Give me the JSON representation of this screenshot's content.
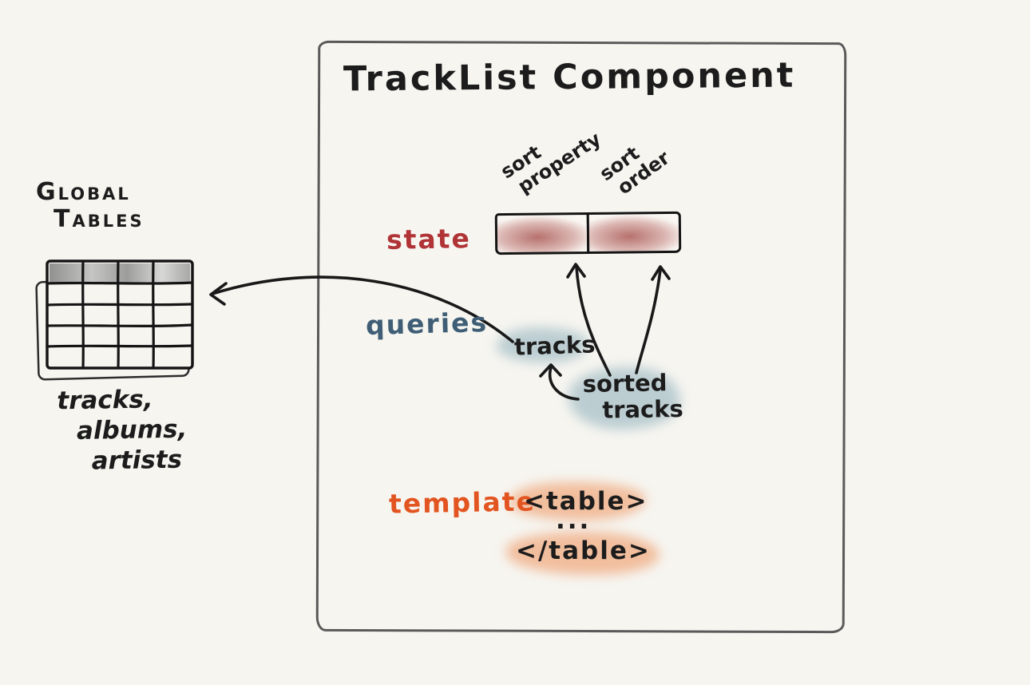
{
  "colors": {
    "background": "#f6f5f0",
    "ink": "#1c1c1c",
    "box_border": "#5a5a5a",
    "state_color": "#b03336",
    "queries_color": "#3f5e76",
    "template_color": "#e25420",
    "state_fill": "#bd6f6a",
    "query_fill": "#a6bfc7",
    "template_fill": "#f0a97e"
  },
  "left_panel": {
    "title_lines": [
      "Global",
      "Tables"
    ],
    "caption_lines": [
      "tracks,",
      "albums,",
      "artists"
    ]
  },
  "component": {
    "title": "TrackList Component",
    "state": {
      "label": "state",
      "field1_lines": [
        "sort",
        "property"
      ],
      "field2_lines": [
        "sort",
        "order"
      ]
    },
    "queries": {
      "label": "queries",
      "tracks_label": "tracks",
      "sorted_lines": [
        "sorted",
        "tracks"
      ]
    },
    "template": {
      "label": "template",
      "open_tag": "<table>",
      "ellipsis": "...",
      "close_tag": "</table>"
    }
  }
}
